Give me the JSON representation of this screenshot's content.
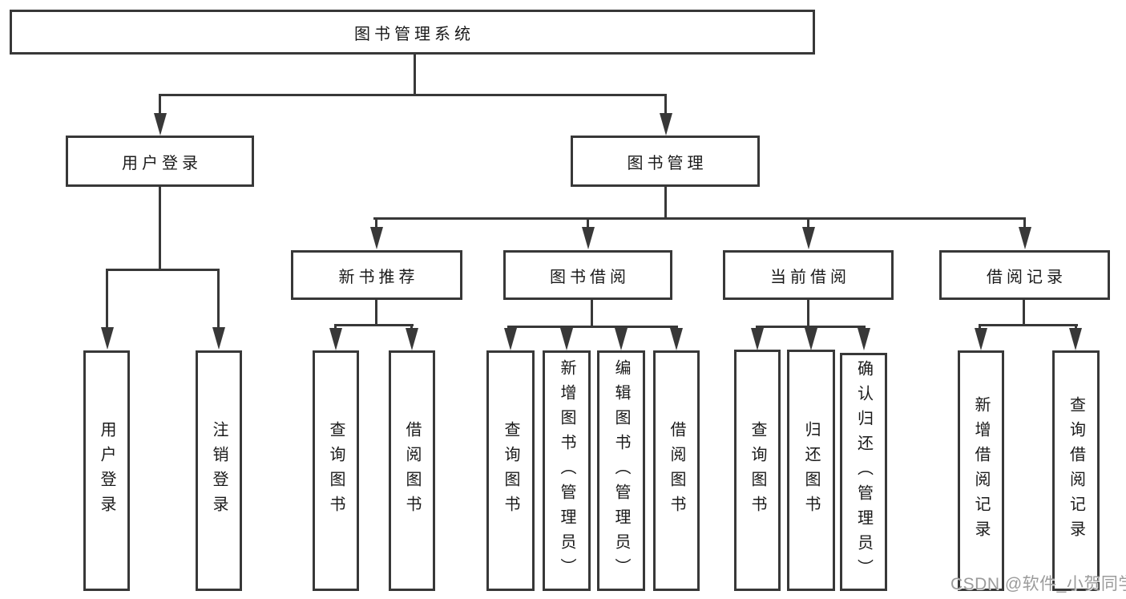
{
  "diagram": {
    "root": {
      "label": "图书管理系统"
    },
    "level2": [
      {
        "label": "用户登录"
      },
      {
        "label": "图书管理"
      }
    ],
    "level3": [
      {
        "label": "新书推荐"
      },
      {
        "label": "图书借阅"
      },
      {
        "label": "当前借阅"
      },
      {
        "label": "借阅记录"
      }
    ],
    "leaves": {
      "user_login": [
        {
          "label": "用户登录"
        },
        {
          "label": "注销登录"
        }
      ],
      "new_book": [
        {
          "label": "查询图书"
        },
        {
          "label": "借阅图书"
        }
      ],
      "book_borrow": [
        {
          "label": "查询图书"
        },
        {
          "label": "新增图书（管理员）"
        },
        {
          "label": "编辑图书（管理员）"
        },
        {
          "label": "借阅图书"
        }
      ],
      "current_borrow": [
        {
          "label": "查询图书"
        },
        {
          "label": "归还图书"
        },
        {
          "label": "确认归还（管理员）"
        }
      ],
      "borrow_records": [
        {
          "label": "新增借阅记录"
        },
        {
          "label": "查询借阅记录"
        }
      ]
    },
    "colors": {
      "line": "#383838",
      "text": "#1a1a1a",
      "background": "#ffffff",
      "watermark": "#9b9b9b"
    }
  },
  "watermark": {
    "text": "CSDN @软件_小贺同学"
  }
}
